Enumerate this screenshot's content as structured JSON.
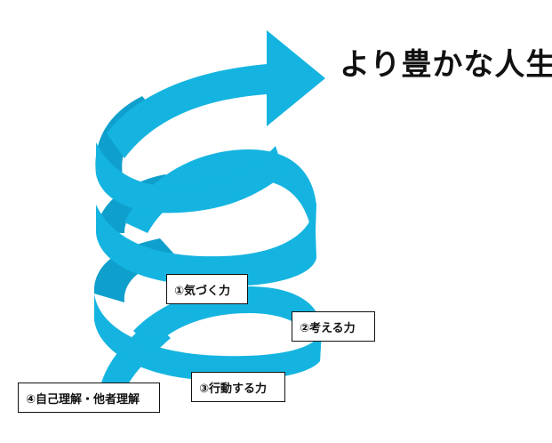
{
  "title": "より豊かな人生",
  "labels": {
    "awareness": "①気づく力",
    "thinking": "②考える力",
    "acting": "③行動する力",
    "understanding": "④自己理解・他者理解"
  },
  "colors": {
    "spiral": "#15b4e0",
    "spiral_back": "#0f9fcc",
    "text": "#111111",
    "box_border": "#111111",
    "box_fill": "#ffffff"
  },
  "icons": {
    "arrow": "spiral-arrow-icon"
  }
}
